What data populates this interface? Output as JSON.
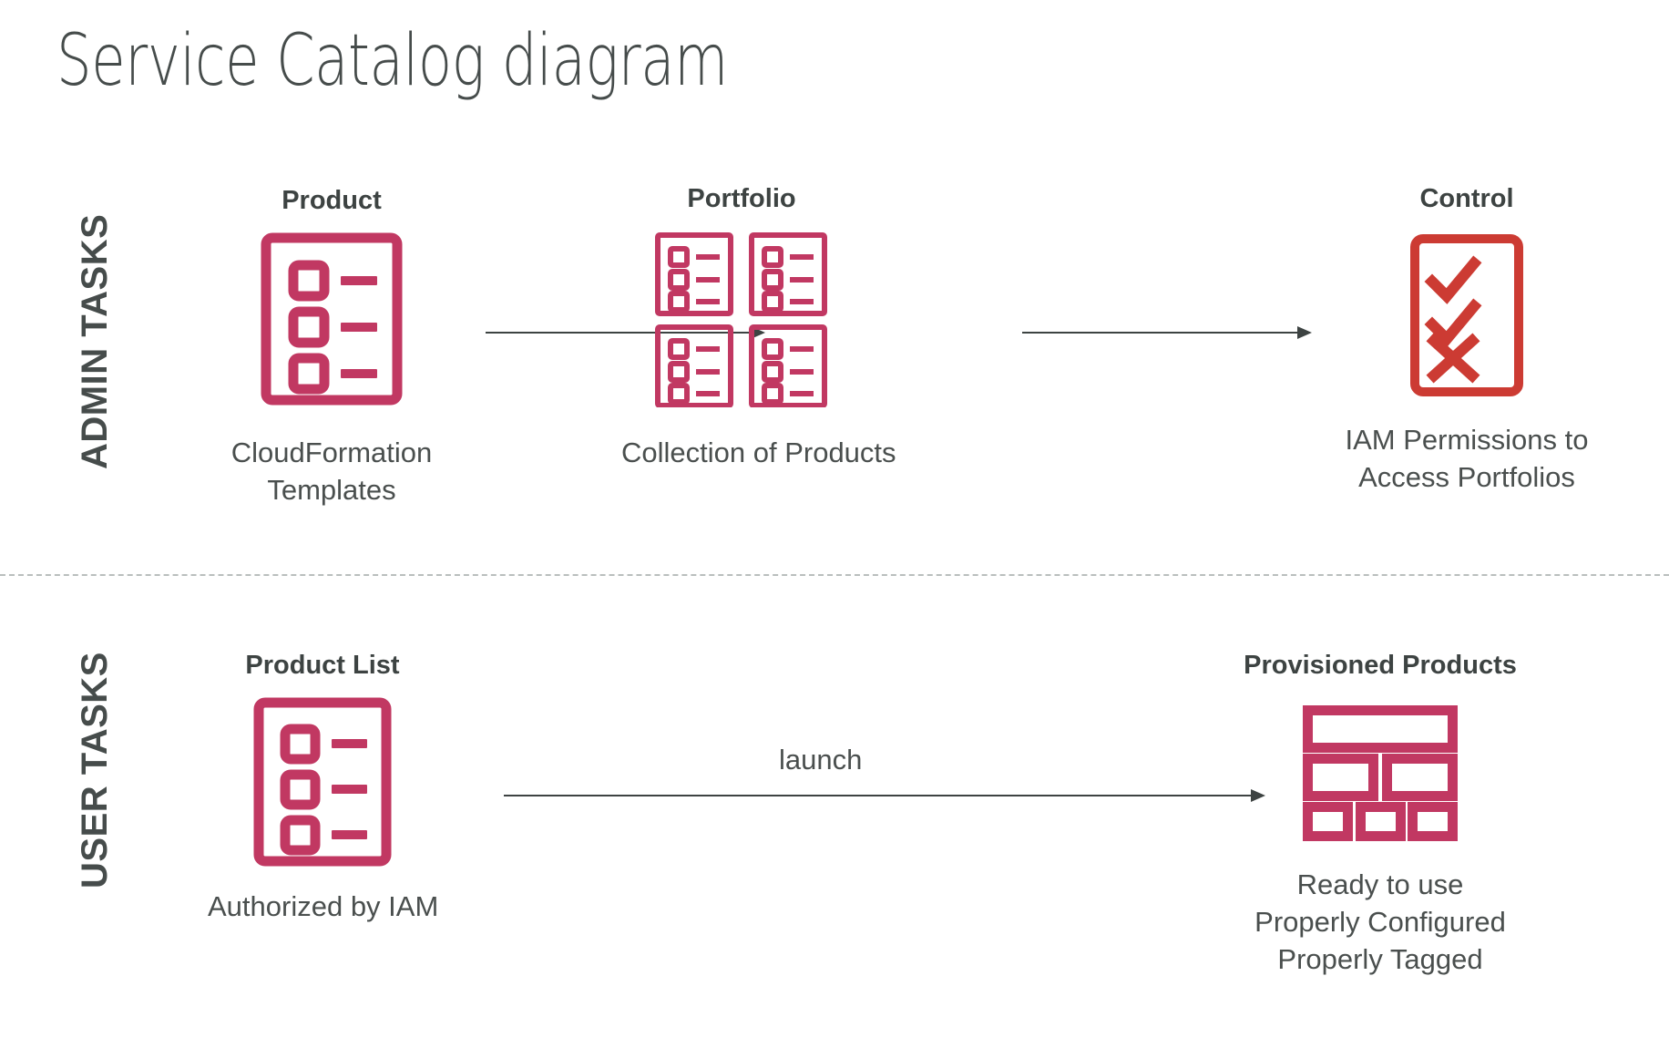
{
  "page": {
    "title": "Service Catalog diagram",
    "background": "#ffffff",
    "accent_crimson": "#C13862",
    "accent_red": "#CC3B33",
    "text_color": "#404645"
  },
  "lanes": [
    {
      "id": "admin",
      "label": "ADMIN TASKS"
    },
    {
      "id": "user",
      "label": "USER TASKS"
    }
  ],
  "admin_row": {
    "nodes": [
      {
        "id": "product",
        "title": "Product",
        "icon": "product-list-document-icon",
        "caption_line1": "CloudFormation",
        "caption_line2": "Templates"
      },
      {
        "id": "portfolio",
        "title": "Portfolio",
        "icon": "portfolio-grid-icon",
        "caption_line1": "Collection of Products",
        "caption_line2": ""
      },
      {
        "id": "control",
        "title": "Control",
        "icon": "checklist-control-icon",
        "caption_line1": "IAM Permissions to",
        "caption_line2": "Access Portfolios"
      }
    ],
    "arrows": [
      {
        "id": "product-to-portfolio",
        "label": ""
      },
      {
        "id": "portfolio-to-control",
        "label": ""
      }
    ]
  },
  "user_row": {
    "nodes": [
      {
        "id": "product-list",
        "title": "Product List",
        "icon": "product-list-document-icon",
        "caption_line1": "Authorized by IAM",
        "caption_line2": "",
        "caption_line3": ""
      },
      {
        "id": "provisioned-products",
        "title": "Provisioned Products",
        "icon": "provisioned-blocks-icon",
        "caption_line1": "Ready to use",
        "caption_line2": "Properly Configured",
        "caption_line3": "Properly Tagged"
      }
    ],
    "arrows": [
      {
        "id": "launch-arrow",
        "label": "launch"
      }
    ]
  }
}
